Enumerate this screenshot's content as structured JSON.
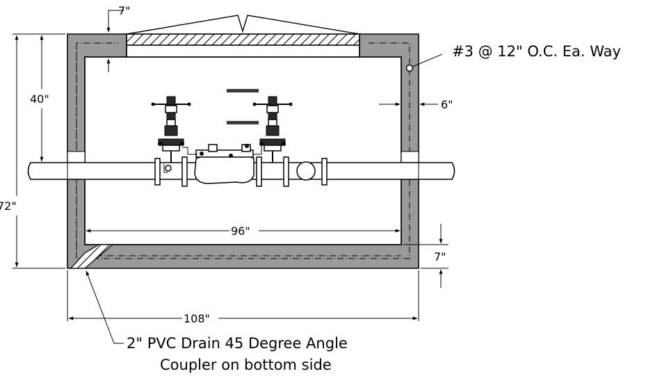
{
  "dimensions": {
    "top_slab": "7\"",
    "wall": "6\"",
    "upper_height": "40\"",
    "total_height": "72\"",
    "inside_width": "96\"",
    "bottom_slab": "7\"",
    "outside_width": "108\""
  },
  "rebar_note": "#3 @ 12\" O.C. Ea. Way",
  "drain_note": {
    "line1": "2\" PVC Drain 45 Degree Angle",
    "line2": "Coupler on bottom side"
  },
  "colors": {
    "concrete": "#9a9a9a",
    "line": "#000000",
    "background": "#ffffff"
  }
}
